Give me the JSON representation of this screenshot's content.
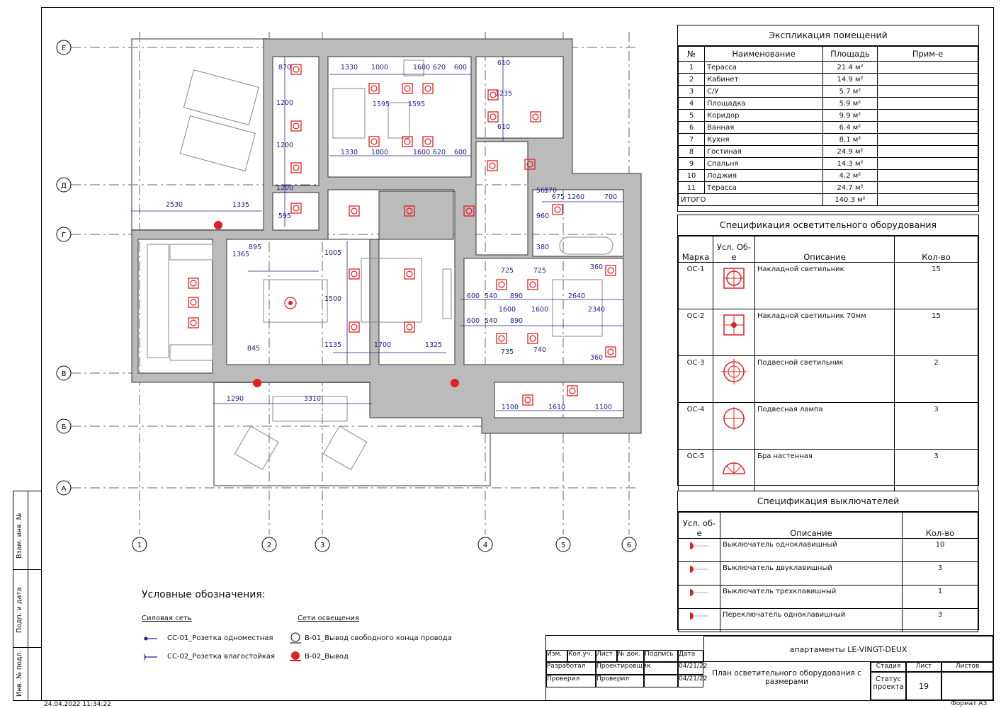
{
  "axes": {
    "rows": [
      "Е",
      "Д",
      "Г",
      "В",
      "Б",
      "А"
    ],
    "cols": [
      "1",
      "2",
      "3",
      "4",
      "5",
      "6"
    ]
  },
  "dims": [
    "1330",
    "1000",
    "1600",
    "620",
    "600",
    "1595",
    "1595",
    "1330",
    "1000",
    "1600",
    "620",
    "600",
    "870",
    "1200",
    "1200",
    "1200",
    "595",
    "2530",
    "1335",
    "610",
    "1235",
    "610",
    "565",
    "170",
    "675",
    "1260",
    "700",
    "960",
    "380",
    "1365",
    "895",
    "1005",
    "1500",
    "845",
    "1135",
    "1700",
    "1325",
    "725",
    "725",
    "600",
    "540",
    "890",
    "2640",
    "600",
    "540",
    "890",
    "1600",
    "1600",
    "2340",
    "360",
    "360",
    "735",
    "740",
    "1290",
    "3310",
    "1100",
    "1610",
    "1100"
  ],
  "explication": {
    "title": "Экспликация помещений",
    "headers": [
      "№",
      "Наименование",
      "Площадь",
      "Прим-е"
    ],
    "rows": [
      [
        "1",
        "Терасса",
        "21.4 м²",
        ""
      ],
      [
        "2",
        "Кабинет",
        "14.9 м²",
        ""
      ],
      [
        "3",
        "С/У",
        "5.7 м²",
        ""
      ],
      [
        "4",
        "Площадка",
        "5.9 м²",
        ""
      ],
      [
        "5",
        "Коридор",
        "9.9 м²",
        ""
      ],
      [
        "6",
        "Ванная",
        "6.4 м²",
        ""
      ],
      [
        "7",
        "Кухня",
        "8.1 м²",
        ""
      ],
      [
        "8",
        "Гостиная",
        "24.9 м²",
        ""
      ],
      [
        "9",
        "Спальня",
        "14.3 м²",
        ""
      ],
      [
        "10",
        "Лоджия",
        "4.2 м²",
        ""
      ],
      [
        "11",
        "Терасса",
        "24.7 м²",
        ""
      ]
    ],
    "total_label": "ИТОГО",
    "total_value": "140.3 м²"
  },
  "lighting_spec": {
    "title": "Спецификация осветительного оборудования",
    "headers": [
      "Марка",
      "Усл. Об-е",
      "Описание",
      "Кол-во"
    ],
    "rows": [
      {
        "mark": "ОС-1",
        "desc": "Накладной светильник",
        "qty": "15",
        "icon": "surface-light-icon"
      },
      {
        "mark": "ОС-2",
        "desc": "Накладной светильник 70мм",
        "qty": "15",
        "icon": "surface-light-70-icon"
      },
      {
        "mark": "ОС-3",
        "desc": "Подвесной светильник",
        "qty": "2",
        "icon": "pendant-light-icon"
      },
      {
        "mark": "ОС-4",
        "desc": "Подвесная лампа",
        "qty": "3",
        "icon": "pendant-lamp-icon"
      },
      {
        "mark": "ОС-5",
        "desc": "Бра настенная",
        "qty": "3",
        "icon": "wall-sconce-icon"
      }
    ]
  },
  "switch_spec": {
    "title": "Спецификация выключателей",
    "headers": [
      "Усл. об-е",
      "Описание",
      "Кол-во"
    ],
    "rows": [
      {
        "desc": "Выключатель одноклавишный",
        "qty": "10"
      },
      {
        "desc": "Выключатель двуклавишный",
        "qty": "3"
      },
      {
        "desc": "Выключатель трехклавишный",
        "qty": "1"
      },
      {
        "desc": "Переключатель одноклавишный",
        "qty": "3"
      }
    ]
  },
  "legend": {
    "title": "Условные обозначения:",
    "power_title": "Силовая сеть",
    "lighting_title": "Сети освещения",
    "items": [
      "СС-01_Розетка одноместная",
      "СС-02_Розетка влагостойкая",
      "В-01_Вывод свободного конца провода",
      "В-02_Вывод"
    ]
  },
  "stamp": {
    "project": "апартаменты LE-VINGT-DEUX",
    "sheet_title_1": "План осветительного оборудования с",
    "sheet_title_2": "размерами",
    "cols": [
      "Изм.",
      "Кол.уч.",
      "Лист",
      "№ док.",
      "Подпись",
      "Дата"
    ],
    "row1": [
      "Разработал",
      "Проектировщик",
      "",
      "04/21/22"
    ],
    "row2": [
      "Проверил",
      "Проверил",
      "",
      "04/21/22"
    ],
    "stage_label": "Стадия",
    "sheet_label": "Лист",
    "sheets_label": "Листов",
    "stage_value_1": "Статус",
    "stage_value_2": "проекта",
    "sheet_value": "19"
  },
  "side": [
    "Взам. инв. №",
    "Подп. и дата",
    "Инв. № подл."
  ],
  "footer": {
    "timestamp": "24.04.2022 11:34:22",
    "format": "Формат А3"
  }
}
